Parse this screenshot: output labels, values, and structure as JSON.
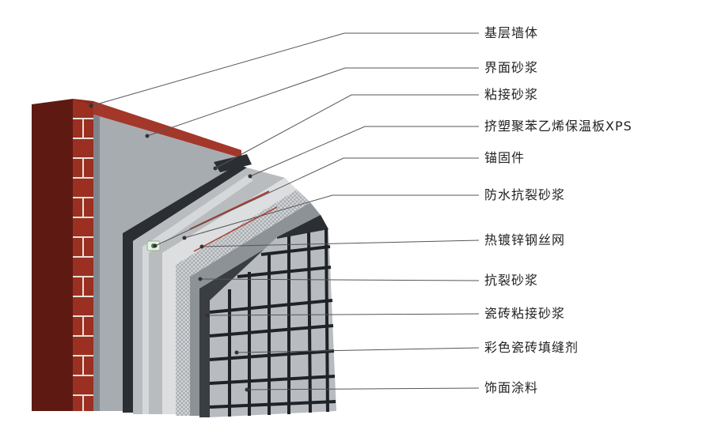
{
  "layers": [
    {
      "id": "base-wall",
      "label": "基层墙体"
    },
    {
      "id": "interface-mortar",
      "label": "界面砂浆"
    },
    {
      "id": "bonding-mortar",
      "label": "粘接砂浆"
    },
    {
      "id": "xps-board",
      "label": "挤塑聚苯乙烯保温板XPS"
    },
    {
      "id": "anchor",
      "label": "锚固件"
    },
    {
      "id": "waterproof-mortar",
      "label": "防水抗裂砂浆"
    },
    {
      "id": "steel-mesh",
      "label": "热镀锌钢丝网"
    },
    {
      "id": "crack-mortar",
      "label": "抗裂砂浆"
    },
    {
      "id": "tile-mortar",
      "label": "瓷砖粘接砂浆"
    },
    {
      "id": "tile-grout",
      "label": "彩色瓷砖填缝剂"
    },
    {
      "id": "finish-coating",
      "label": "饰面涂料"
    }
  ],
  "colors": {
    "brick": "#9a2f22",
    "brick_dark": "#5e1a12",
    "mortar_joint": "#e9e1d6",
    "interface": "#a7acb1",
    "bonding": "#2b2e32",
    "xps": "#b9bcbf",
    "anchor": "#e7f1e3",
    "waterproof": "#dcdee0",
    "mesh": "#c9cbcd",
    "crack": "#8d9297",
    "tile_mortar": "#3a3d42",
    "tile": "#b8bcc0",
    "grout": "#1f2226",
    "leader": "#555555"
  }
}
